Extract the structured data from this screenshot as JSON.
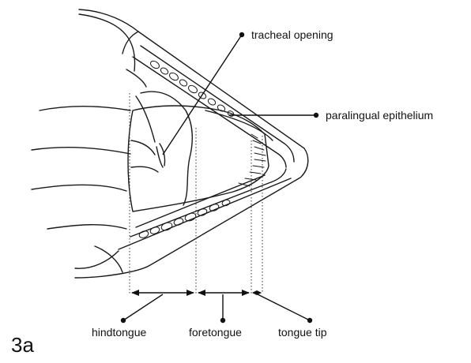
{
  "figure": {
    "number": "3a",
    "labels": {
      "tracheal_opening": "tracheal opening",
      "paralingual_epithelium": "paralingual epithelium",
      "hindtongue": "hindtongue",
      "foretongue": "foretongue",
      "tongue_tip": "tongue tip"
    }
  }
}
